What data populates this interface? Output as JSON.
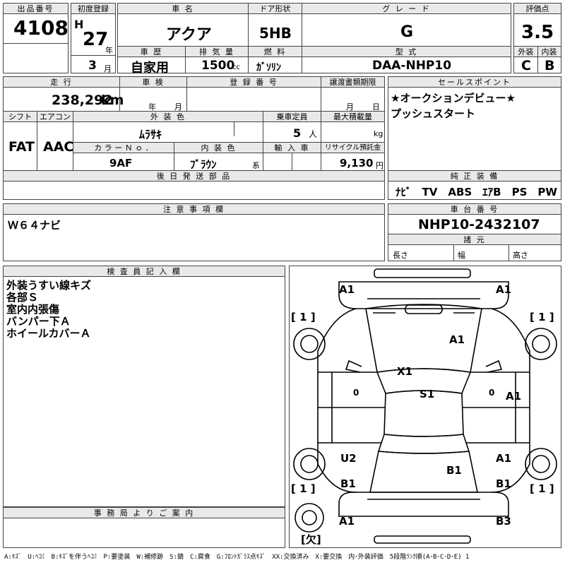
{
  "header": {
    "lot_label": "出品番号",
    "lot_no": "4108",
    "first_reg_label": "初度登録",
    "era": "H",
    "year": "27",
    "year_unit": "年",
    "month": "3",
    "month_unit": "月",
    "car_name_label": "車 名",
    "car_name": "アクア",
    "door_label": "ドア形状",
    "door": "5HB",
    "grade_label": "グ レ ー ド",
    "grade": "G",
    "score_label": "評価点",
    "score": "3.5",
    "history_label": "車 歴",
    "history": "自家用",
    "displacement_label": "排 気 量",
    "displacement": "1500",
    "displacement_unit": "cc",
    "fuel_label": "燃 料",
    "fuel": "ｶﾞｿﾘﾝ",
    "model_label": "型 式",
    "model": "DAA-NHP10",
    "ext_label": "外装",
    "ext_grade": "C",
    "int_label": "内装",
    "int_grade": "B"
  },
  "spec": {
    "mileage_label": "走 行",
    "mileage": "238,292",
    "mileage_unit": "km",
    "inspection_label": "車 検",
    "insp_year_unit": "年",
    "insp_month_unit": "月",
    "reg_no_label": "登 録 番 号",
    "transfer_label": "譲渡書類期限",
    "transfer_month_unit": "月",
    "transfer_day_unit": "日",
    "shift_label": "シフト",
    "shift": "FAT",
    "ac_label": "エアコン",
    "ac": "AAC",
    "ext_color_label": "外 装 色",
    "ext_color": "ﾑﾗｻｷ",
    "capacity_label": "乗車定員",
    "capacity": "5",
    "capacity_unit": "人",
    "load_label": "最大積載量",
    "load_unit": "kg",
    "color_no_label": "カ ラ ー Ｎ ｏ ．",
    "color_no": "9AF",
    "int_color_label": "内 装 色",
    "int_color": "ﾌﾞﾗｳﾝ",
    "int_color_unit": "系",
    "import_label": "輸 入 車",
    "recycle_label": "リサイクル預託金",
    "recycle": "9,130",
    "recycle_unit": "円",
    "later_parts_label": "後 日 発 送 部 品"
  },
  "sales": {
    "label": "セールスポイント",
    "line1": "★オークションデビュー★",
    "line2": "プッシュスタート"
  },
  "equipment": {
    "label": "純 正 装 備",
    "items": "ﾅﾋﾞ　TV　ABS　ｴｱB　PS　PW"
  },
  "caution": {
    "label": "注 意 事 項 欄",
    "text": "Ｗ６４ナビ"
  },
  "chassis": {
    "label": "車 台 番 号",
    "value": "NHP10-2432107",
    "dims_label": "諸 元",
    "length_label": "長さ",
    "width_label": "幅",
    "height_label": "高さ"
  },
  "inspector": {
    "label": "検 査 員 記 入 欄",
    "lines": [
      "外装うすい線キズ",
      "各部Ｓ",
      "室内内張傷",
      "バンパー下Ａ",
      "ホイールカバーＡ"
    ]
  },
  "office": {
    "label": "事 務 局 よ り ご 案 内"
  },
  "diagram": {
    "marks": {
      "front_left": "A1",
      "front_right": "A1",
      "tire_left_front": "[ 1 ]",
      "tire_right_front": "[ 1 ]",
      "hood": "A1",
      "windshield": "X1",
      "roof": "S1",
      "right_front_door": "A1",
      "left_door_rear_zero": "0",
      "right_door_zero": "0",
      "left_rear_fender": "U2",
      "right_rear_fender": "A1",
      "trunk": "B1",
      "left_rear_quarter": "B1",
      "right_rear_quarter": "B1",
      "tire_left_rear": "[ 1 ]",
      "tire_right_rear": "[ 1 ]",
      "rear_left": "A1",
      "rear_right": "B3",
      "spare": "[欠]"
    }
  },
  "legend": "A:ｷｽﾞ　U:ﾍｺﾐ　B:ｷｽﾞを伴うﾍｺﾐ　P:要塗装　W:補修跡　S:錆　C:腐食　G:ﾌﾛﾝﾄｶﾞﾗｽ点ｷｽﾞ　XX:交換済み　X:要交換　内･外装評価　5段階ﾗﾝｸ順(A･B･C･D･E) 1"
}
